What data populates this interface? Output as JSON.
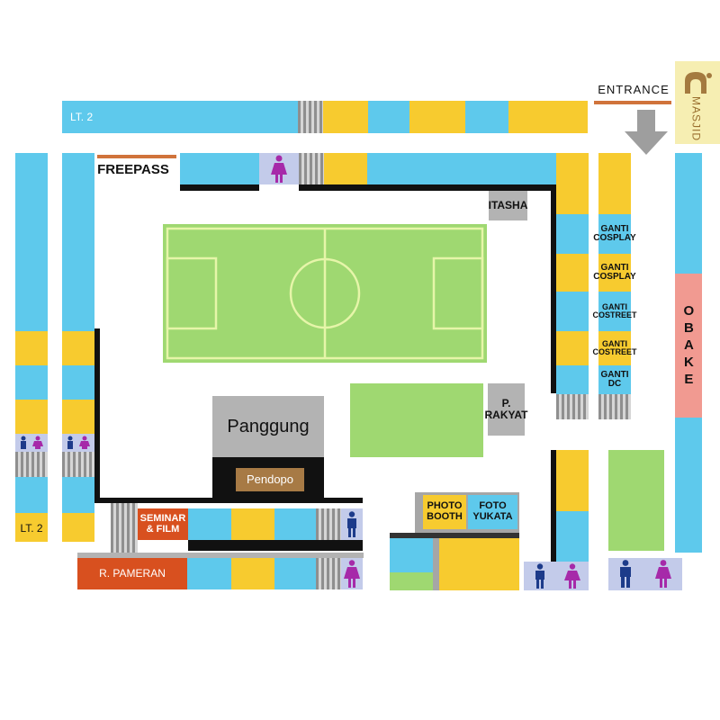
{
  "colors": {
    "booth_blue": "#5ec9ec",
    "booth_yellow": "#f7cb2f",
    "wall": "#111111",
    "field_green": "#9fd871",
    "stage_gray": "#b3b3b3",
    "pendopo_brown": "#a77a45",
    "pameran_red": "#d8501f",
    "obake_pink": "#f19a91",
    "masjid_cream": "#f6eeb2",
    "signage_orange": "#d0733b",
    "arrow_gray": "#9e9e9e",
    "male_icon": "#1d3b8a",
    "female_icon": "#a62aa9"
  },
  "labels": {
    "lt2_top": "LT. 2",
    "lt2_bottom": "LT. 2",
    "entrance": "ENTRANCE",
    "masjid": "MASJID",
    "freepass": "FREEPASS",
    "itasha": "ITASHA",
    "p_rakyat": "P.\nRAKYAT",
    "panggung": "Panggung",
    "pendopo": "Pendopo",
    "seminar": "SEMINAR\n& FILM",
    "pameran": "R. PAMERAN",
    "photo_booth": "PHOTO\nBOOTH",
    "foto_yukata": "FOTO\nYUKATA",
    "obake": "OBAKE",
    "ganti_cosplay_1": "GANTI\nCOSPLAY",
    "ganti_cosplay_2": "GANTI\nCOSPLAY",
    "ganti_costreet_1": "GANTI\nCOSTREET",
    "ganti_costreet_2": "GANTI\nCOSTREET",
    "ganti_dc": "GANTI\nDC"
  },
  "icons": [
    "male-restroom-icon",
    "female-restroom-icon",
    "stairs-icon",
    "down-arrow-icon",
    "mosque-icon",
    "soccer-field-icon"
  ]
}
